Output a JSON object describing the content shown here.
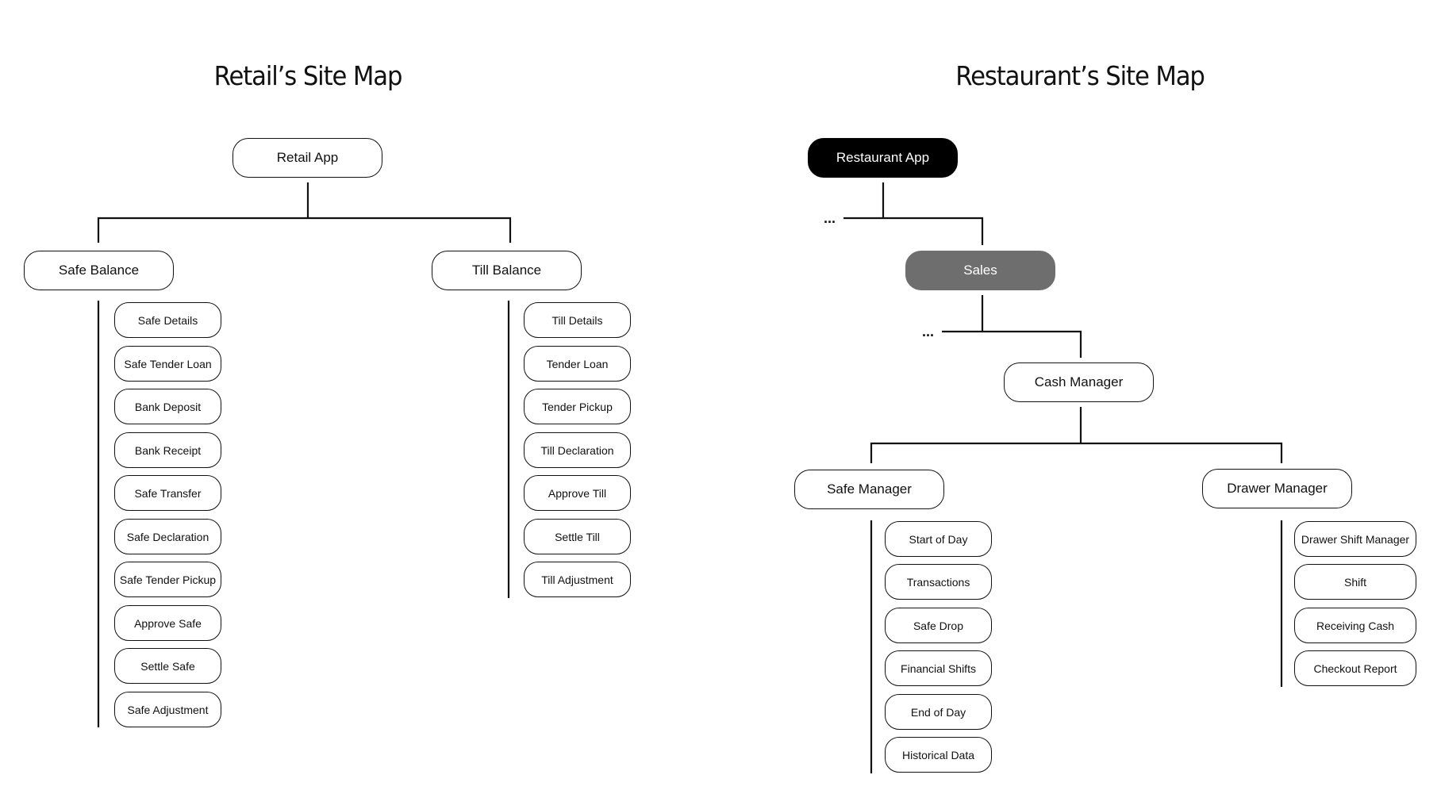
{
  "retail": {
    "title": "Retail’s Site Map",
    "root": "Retail App",
    "safe_balance": {
      "label": "Safe Balance",
      "items": [
        "Safe Details",
        "Safe Tender Loan",
        "Bank Deposit",
        "Bank Receipt",
        "Safe Transfer",
        "Safe Declaration",
        "Safe Tender Pickup",
        "Approve Safe",
        "Settle Safe",
        "Safe Adjustment"
      ]
    },
    "till_balance": {
      "label": "Till Balance",
      "items": [
        "Till Details",
        "Tender Loan",
        "Tender Pickup",
        "Till Declaration",
        "Approve Till",
        "Settle Till",
        "Till Adjustment"
      ]
    }
  },
  "restaurant": {
    "title": "Restaurant’s Site Map",
    "root": "Restaurant App",
    "root_ellipsis": "...",
    "sales": "Sales",
    "sales_ellipsis": "...",
    "cash_manager": "Cash Manager",
    "safe_manager": {
      "label": "Safe Manager",
      "items": [
        "Start of Day",
        "Transactions",
        "Safe Drop",
        "Financial Shifts",
        "End of Day",
        "Historical Data"
      ]
    },
    "drawer_manager": {
      "label": "Drawer Manager",
      "items": [
        "Drawer Shift Manager",
        "Shift",
        "Receiving Cash",
        "Checkout Report"
      ]
    }
  },
  "colors": {
    "ink": "#111111",
    "restaurant_root_fill": "#000000",
    "sales_fill": "#6e6e6e",
    "background": "#ffffff"
  }
}
